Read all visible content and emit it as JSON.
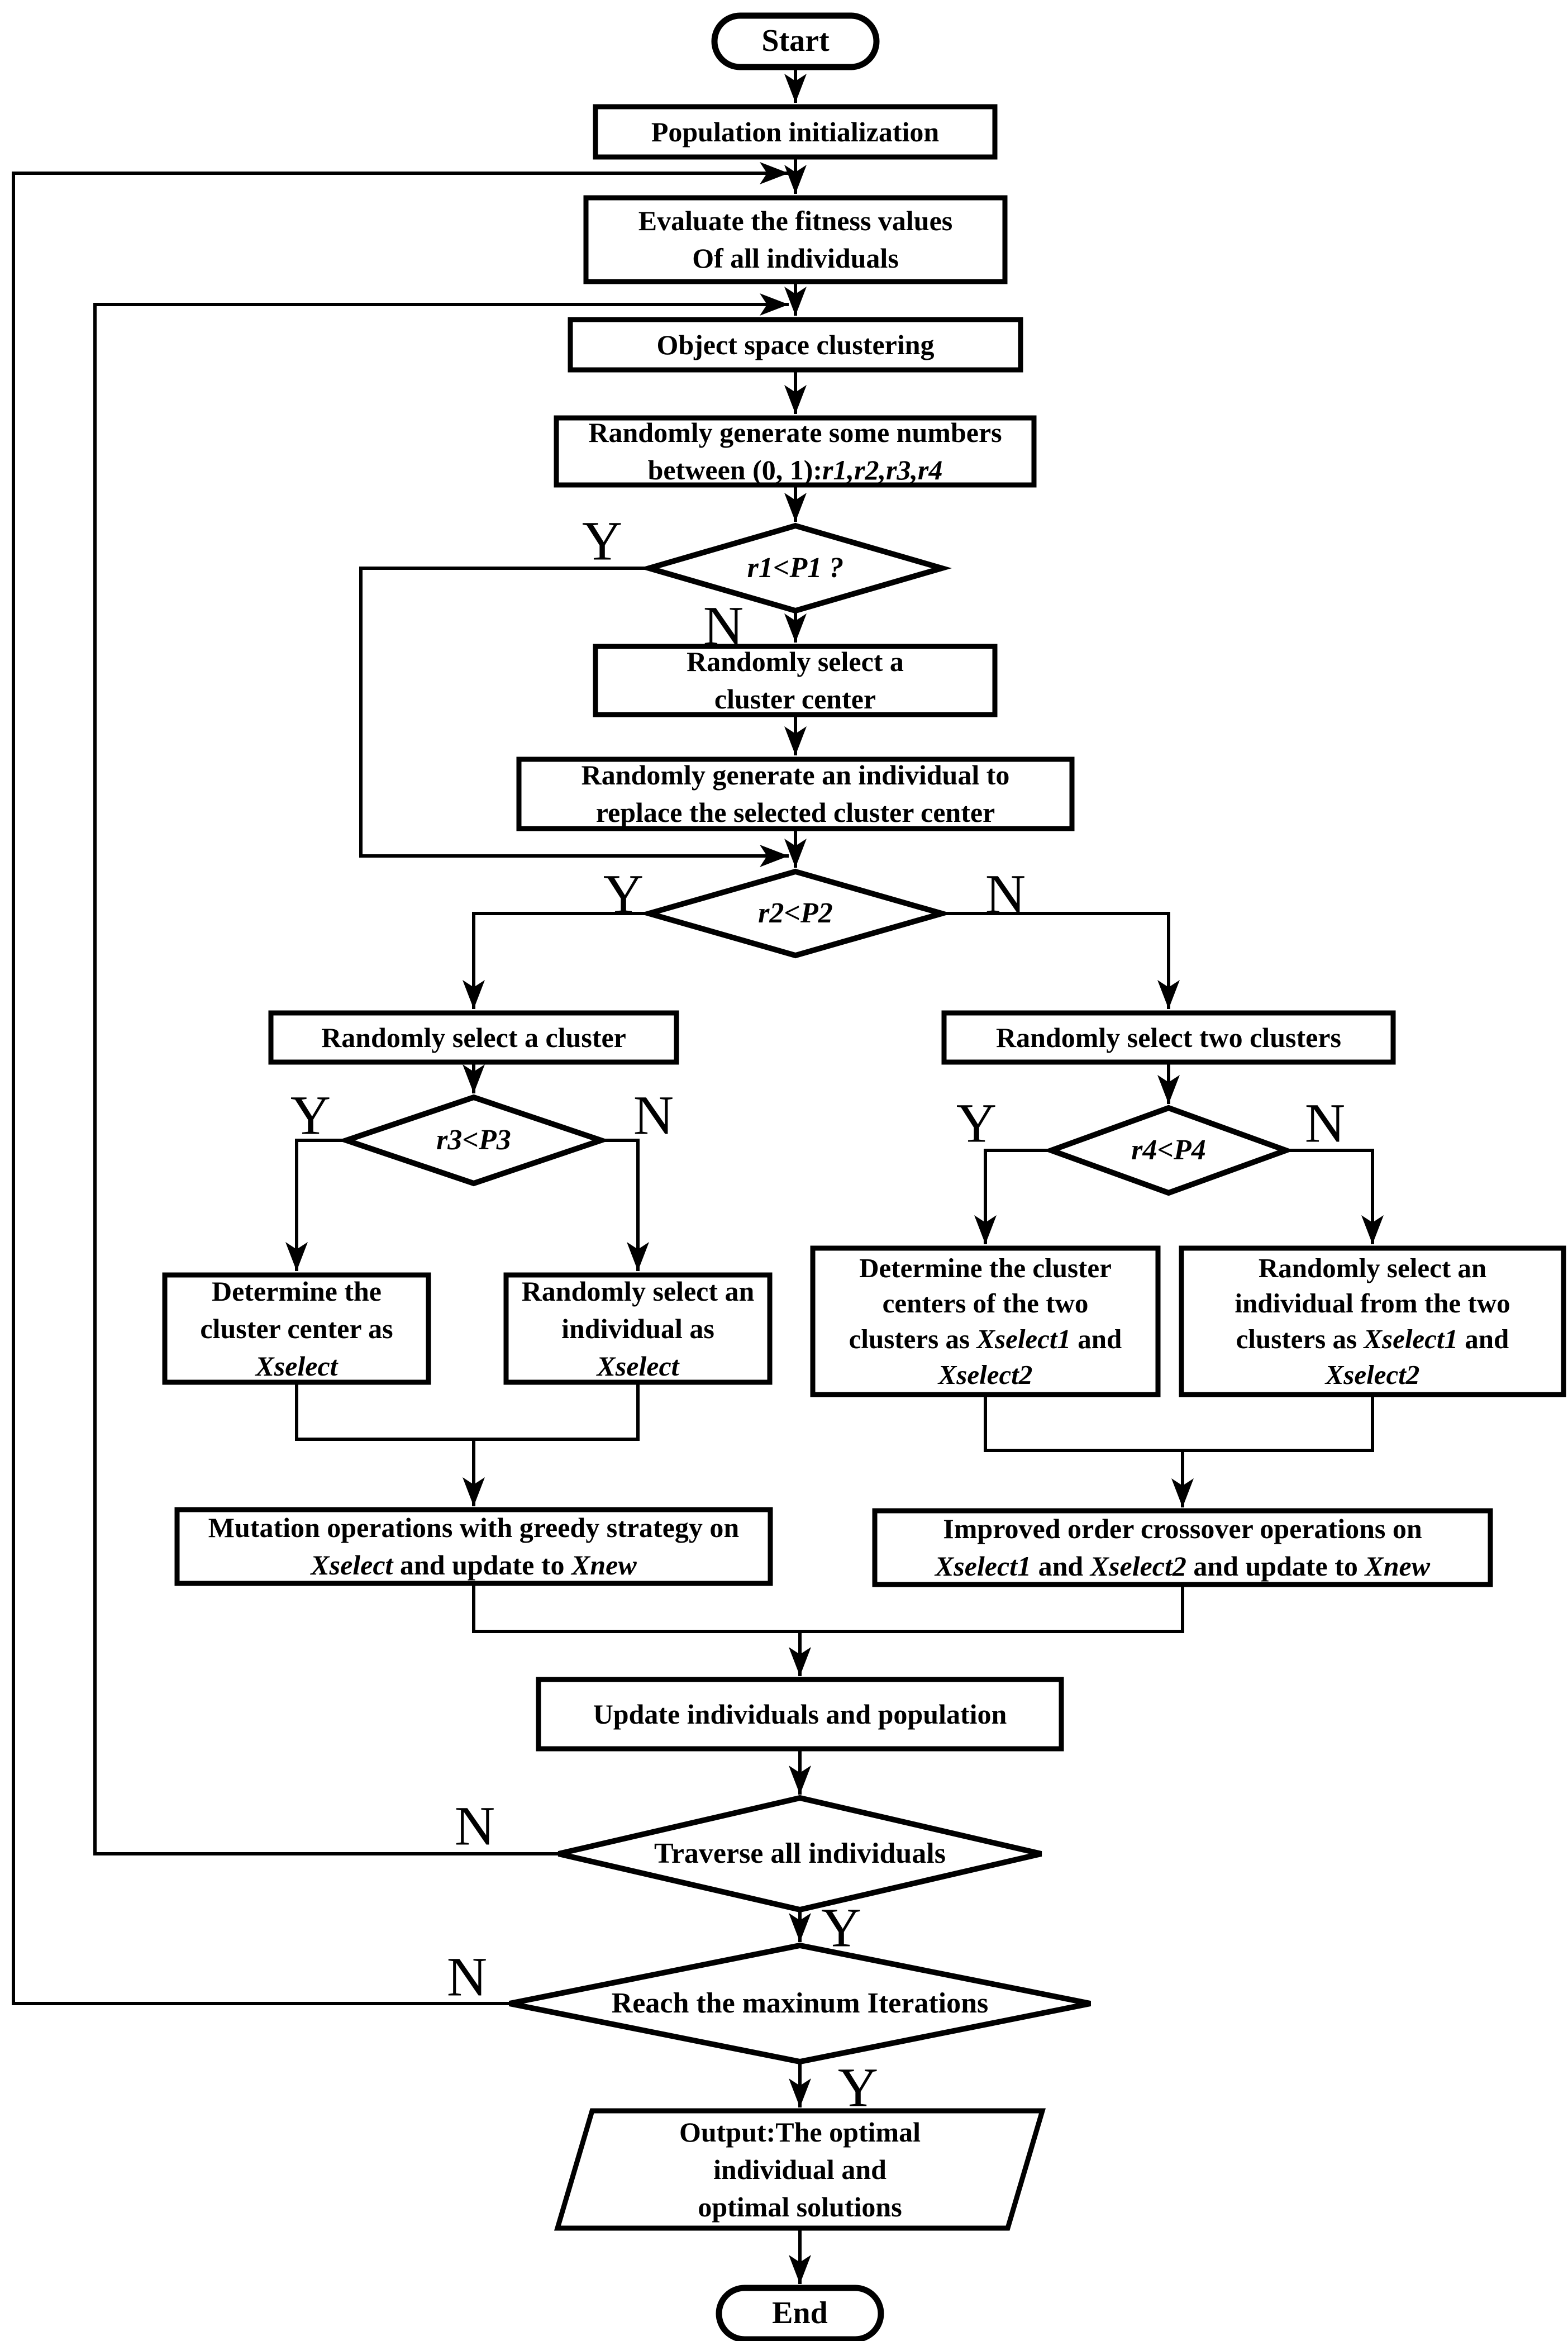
{
  "nodes": {
    "start": {
      "label": "Start"
    },
    "population_init": {
      "label": "Population initialization"
    },
    "evaluate_fitness": {
      "line1": "Evaluate the fitness values",
      "line2": "Of all individuals"
    },
    "object_clustering": {
      "label": "Object space clustering"
    },
    "random_numbers": {
      "line1": "Randomly generate some numbers",
      "line2_plain": "between (0, 1):",
      "line2_vars": "r1,r2,r3,r4"
    },
    "decision_r1": {
      "label": "r1<P1 ?"
    },
    "select_cluster_center": {
      "line1": "Randomly select a",
      "line2": "cluster center"
    },
    "generate_individual": {
      "line1": "Randomly generate an individual to",
      "line2": "replace the selected cluster center"
    },
    "decision_r2": {
      "label": "r2<P2"
    },
    "select_cluster": {
      "label": "Randomly select a cluster"
    },
    "select_two_clusters": {
      "label": "Randomly select two clusters"
    },
    "decision_r3": {
      "label": "r3<P3"
    },
    "decision_r4": {
      "label": "r4<P4"
    },
    "determine_center": {
      "line1": "Determine the",
      "line2": "cluster center as",
      "line3_var": "Xselect"
    },
    "random_individual": {
      "line1": "Randomly select an",
      "line2": "individual as",
      "line3_var": "Xselect"
    },
    "determine_two_centers": {
      "line1": "Determine the cluster",
      "line2": "centers of the two",
      "line3_plain": "clusters as ",
      "line3_var": "Xselect1",
      "line3_end": " and",
      "line4_var": "Xselect2"
    },
    "random_two_individuals": {
      "line1": "Randomly select an",
      "line2": "individual from the two",
      "line3_plain": "clusters as ",
      "line3_var": "Xselect1",
      "line3_end": " and",
      "line4_var": "Xselect2"
    },
    "mutation": {
      "line1": "Mutation operations with greedy strategy on",
      "line2_var1": "Xselect",
      "line2_mid": " and update to ",
      "line2_var2": "Xnew"
    },
    "crossover": {
      "line1": "Improved order crossover operations on",
      "line2_var1": "Xselect1",
      "line2_and": " and ",
      "line2_var2": "Xselect2",
      "line2_mid": " and update to ",
      "line2_var3": "Xnew"
    },
    "update_population": {
      "label": "Update individuals and population"
    },
    "decision_traverse": {
      "label": "Traverse all individuals"
    },
    "decision_iterations": {
      "label": "Reach the maxinum Iterations"
    },
    "output": {
      "line1": "Output:The optimal",
      "line2": "individual and",
      "line3": "optimal solutions"
    },
    "end": {
      "label": "End"
    }
  },
  "branch_labels": {
    "yes": "Y",
    "no": "N"
  },
  "colors": {
    "stroke": "#000000",
    "fill": "#ffffff"
  }
}
